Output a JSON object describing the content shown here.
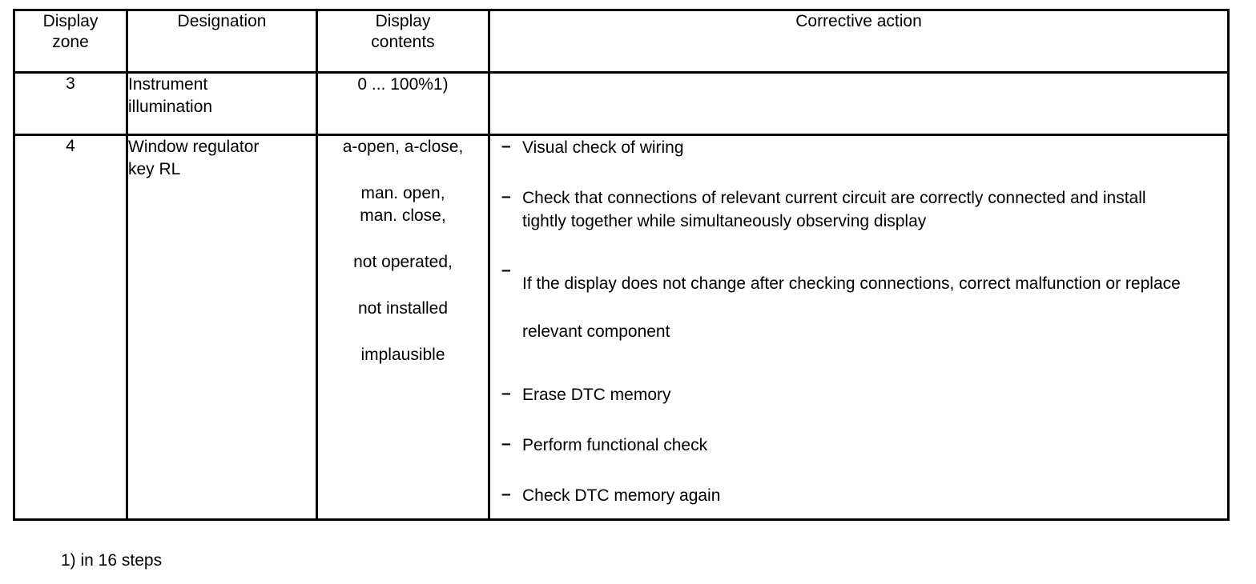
{
  "table": {
    "headers": [
      {
        "line1": "Display",
        "line2": "zone"
      },
      {
        "line1": "Designation",
        "line2": ""
      },
      {
        "line1": "Display",
        "line2": "contents"
      },
      {
        "line1": "Corrective action",
        "line2": ""
      }
    ],
    "rows": [
      {
        "zone": "3",
        "designation": {
          "line1": "Instrument",
          "line2": "illumination"
        },
        "display_contents": [
          {
            "lines": [
              "0 ... 100%1)"
            ]
          }
        ],
        "corrective_action": []
      },
      {
        "zone": "4",
        "designation": {
          "line1": "Window regulator",
          "line2": "key RL"
        },
        "display_contents": [
          {
            "lines": [
              "a-open, a-close,"
            ]
          },
          {
            "lines": [
              "man. open,",
              "man. close,"
            ]
          },
          {
            "lines": [
              "not operated,"
            ]
          },
          {
            "lines": [
              "not installed"
            ]
          },
          {
            "lines": [
              "implausible"
            ]
          }
        ],
        "corrective_action": [
          {
            "marker": "–",
            "text": "Visual check of wiring",
            "loose": false
          },
          {
            "marker": "–",
            "text": "Check that connections of relevant current circuit are correctly connected and install tightly together while simultaneously observing display",
            "loose": false
          },
          {
            "marker": "–",
            "text": "If the display does not change after checking connections, correct malfunction or replace relevant component",
            "loose": true
          },
          {
            "marker": "–",
            "text": "Erase DTC memory",
            "loose": false
          },
          {
            "marker": "–",
            "text": "Perform functional check",
            "loose": false
          },
          {
            "marker": "–",
            "text": "Check DTC memory again",
            "loose": false
          }
        ]
      }
    ]
  },
  "footnote": "1) in 16 steps",
  "colors": {
    "text": "#000000",
    "background": "#ffffff",
    "border": "#000000"
  }
}
